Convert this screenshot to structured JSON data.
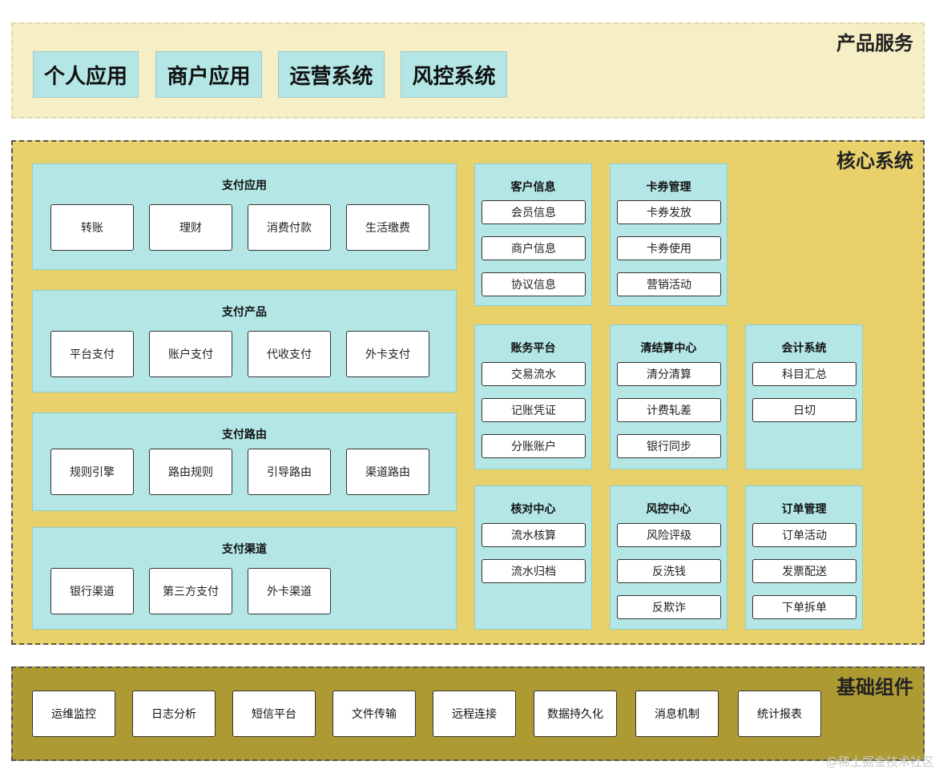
{
  "layers": {
    "product": {
      "title": "产品服务",
      "apps": [
        "个人应用",
        "商户应用",
        "运营系统",
        "风控系统"
      ]
    },
    "core": {
      "title": "核心系统",
      "payment_panels": [
        {
          "title": "支付应用",
          "items": [
            "转账",
            "理财",
            "消费付款",
            "生活缴费"
          ]
        },
        {
          "title": "支付产品",
          "items": [
            "平台支付",
            "账户支付",
            "代收支付",
            "外卡支付"
          ]
        },
        {
          "title": "支付路由",
          "items": [
            "规则引擎",
            "路由规则",
            "引导路由",
            "渠道路由"
          ]
        },
        {
          "title": "支付渠道",
          "items": [
            "银行渠道",
            "第三方支付",
            "外卡渠道"
          ]
        }
      ],
      "service_panels": [
        {
          "title": "客户信息",
          "items": [
            "会员信息",
            "商户信息",
            "协议信息"
          ]
        },
        {
          "title": "卡券管理",
          "items": [
            "卡券发放",
            "卡券使用",
            "营销活动"
          ]
        },
        {
          "title": "账务平台",
          "items": [
            "交易流水",
            "记账凭证",
            "分账账户"
          ]
        },
        {
          "title": "清结算中心",
          "items": [
            "清分清算",
            "计费轧差",
            "银行同步"
          ]
        },
        {
          "title": "会计系统",
          "items": [
            "科目汇总",
            "日切"
          ]
        },
        {
          "title": "核对中心",
          "items": [
            "流水核算",
            "流水归档"
          ]
        },
        {
          "title": "风控中心",
          "items": [
            "风险评级",
            "反洗钱",
            "反欺诈"
          ]
        },
        {
          "title": "订单管理",
          "items": [
            "订单活动",
            "发票配送",
            "下单拆单"
          ]
        }
      ]
    },
    "base": {
      "title": "基础组件",
      "items": [
        "运维监控",
        "日志分析",
        "短信平台",
        "文件传输",
        "远程连接",
        "数据持久化",
        "消息机制",
        "统计报表"
      ]
    }
  },
  "watermark": "@稀土掘金技术社区",
  "colors": {
    "product_bg": "#f6eec5",
    "core_bg": "#e8d06a",
    "base_bg": "#ae9a33",
    "panel_bg": "#b4e6e6",
    "box_bg": "#ffffff"
  }
}
